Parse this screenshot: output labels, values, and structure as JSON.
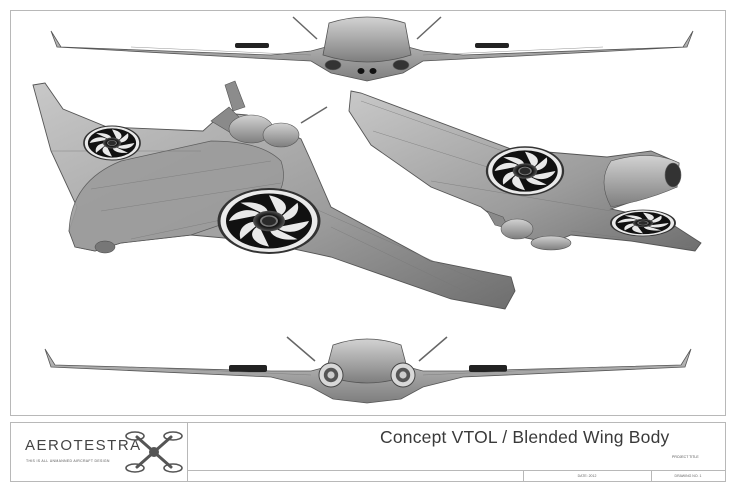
{
  "drawing": {
    "title": "Concept VTOL / Blended Wing Body",
    "project_label": "PROJECT TITLE",
    "date_field": "DATE: 2012",
    "drawing_number": "DRAWING NO. 1"
  },
  "logo": {
    "brand": "AEROTESTRA",
    "tagline": "THIS IS ALL UNMANNED AIRCRAFT DESIGN"
  },
  "views": {
    "count": 4,
    "aircraft_color": "#9a9a9a",
    "fan_color": "#1a1a1a"
  },
  "colors": {
    "border": "#b8b8b8",
    "title_text": "#3a3a3a"
  }
}
